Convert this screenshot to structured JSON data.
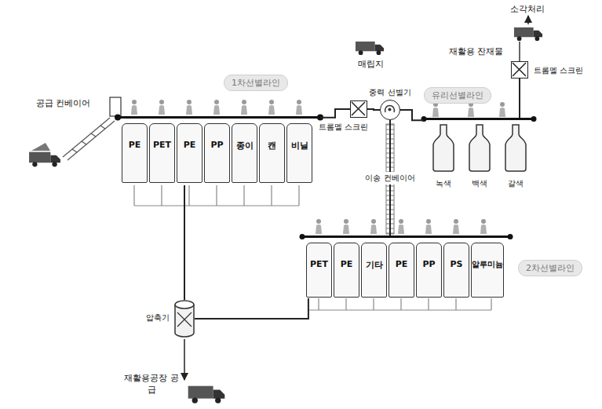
{
  "diagram": {
    "nodes": [
      {
        "text": [
          "1차선별라인"
        ]
      },
      {
        "text": [
          "PE"
        ],
        "in": 0
      },
      {
        "text": [
          "PET"
        ],
        "in": 0
      },
      {
        "text": [
          "PE"
        ],
        "in": 0
      },
      {
        "text": [
          "PP"
        ],
        "in": 0
      },
      {
        "text": [
          "종이"
        ],
        "in": 0
      },
      {
        "text": [
          "캔"
        ],
        "in": 0
      },
      {
        "text": [
          "비닐"
        ],
        "in": 0
      },
      {
        "text": [
          "트롬멜 스크린"
        ]
      },
      {
        "text": [
          "중력 선별기"
        ]
      },
      {
        "text": [
          "유리선별라인"
        ]
      },
      {
        "text": [
          "녹색"
        ],
        "in": 10
      },
      {
        "text": [
          "백색"
        ],
        "in": 10
      },
      {
        "text": [
          "갈색"
        ],
        "in": 10
      },
      {
        "text": [
          "트롬멜 스크린"
        ]
      },
      {
        "text": [
          "2차선별라인"
        ]
      },
      {
        "text": [
          "PET"
        ],
        "in": 15
      },
      {
        "text": [
          "PE"
        ],
        "in": 15
      },
      {
        "text": [
          "기타"
        ],
        "in": 15
      },
      {
        "text": [
          "PE"
        ],
        "in": 15
      },
      {
        "text": [
          "PP"
        ],
        "in": 15
      },
      {
        "text": [
          "PS"
        ],
        "in": 15
      },
      {
        "text": [
          "알루미늄"
        ],
        "in": 15
      },
      {
        "text": [
          "압축기"
        ]
      }
    ],
    "edges": [
      {
        "from": 0,
        "to": 8,
        "arrow": "none"
      },
      {
        "from": 8,
        "to": 9,
        "arrow": "none"
      },
      {
        "from": 9,
        "to": 10,
        "arrow": "none"
      },
      {
        "from": 9,
        "to": 15,
        "label": "이송 컨베이어",
        "arrow": "none"
      },
      {
        "from": 10,
        "to": 14,
        "arrow": "none"
      },
      {
        "from": 0,
        "to": 23,
        "arrow": "none"
      },
      {
        "from": 15,
        "to": 23,
        "arrow": "none"
      }
    ],
    "labels": [
      "공급 컨베이어",
      "매립지",
      "재활용 잔재물",
      "소각처리",
      "재활용공장 공급"
    ]
  }
}
